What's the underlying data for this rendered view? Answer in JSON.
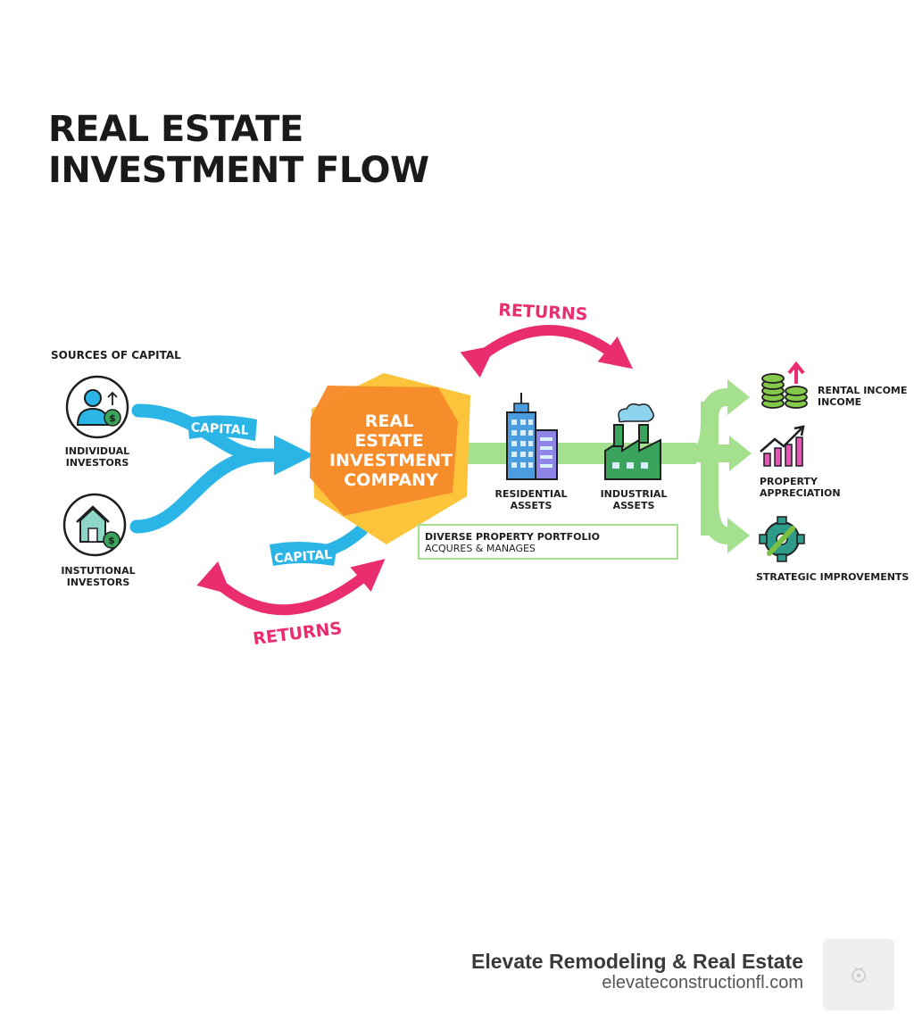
{
  "title": {
    "line1": "REAL ESTATE",
    "line2": "INVESTMENT FLOW"
  },
  "sources": {
    "heading": "SOURCES OF CAPITAL",
    "individual": {
      "line1": "INDIVIDUAL",
      "line2": "INVESTORS"
    },
    "institutional": {
      "line1": "INSTUTIONAL",
      "line2": "INVESTORS"
    }
  },
  "flow": {
    "capital_top": "CAPITAL",
    "capital_bottom": "CAPITAL",
    "returns_top": "RETURNS",
    "returns_bottom": "RETURNS"
  },
  "company": {
    "line1": "REAL",
    "line2": "ESTATE",
    "line3": "INVESTMENT",
    "line4": "COMPANY"
  },
  "assets": {
    "residential": {
      "line1": "RESIDENTIAL",
      "line2": "ASSETS"
    },
    "industrial": {
      "line1": "INDUSTRIAL",
      "line2": "ASSETS"
    }
  },
  "portfolio": {
    "title": "DIVERSE PROPERTY PORTFOLIO",
    "subtitle": "ACQURES & MANAGES"
  },
  "outputs": {
    "rental": {
      "line1": "RENTAL INCOME",
      "line2": "INCOME"
    },
    "appreciation": {
      "line1": "PROPERTY",
      "line2": "APPRECIATION"
    },
    "improvements": {
      "line1": "STRATEGIC IMPROVEMENTS"
    }
  },
  "footer": {
    "name": "Elevate Remodeling & Real Estate",
    "url": "elevateconstructionfl.com"
  },
  "colors": {
    "capital": "#2bb5e6",
    "returns": "#ea2d6e",
    "flow_green": "#a4e08e",
    "company_orange": "#f7892a",
    "company_yellow": "#fbc43b",
    "icon_green": "#3aa35c"
  },
  "icons": [
    "investor-person-dollar-icon",
    "house-dollar-icon",
    "office-building-icon",
    "factory-icon",
    "coin-stack-icon",
    "growth-chart-icon",
    "gear-wrench-icon",
    "logo-icon"
  ]
}
